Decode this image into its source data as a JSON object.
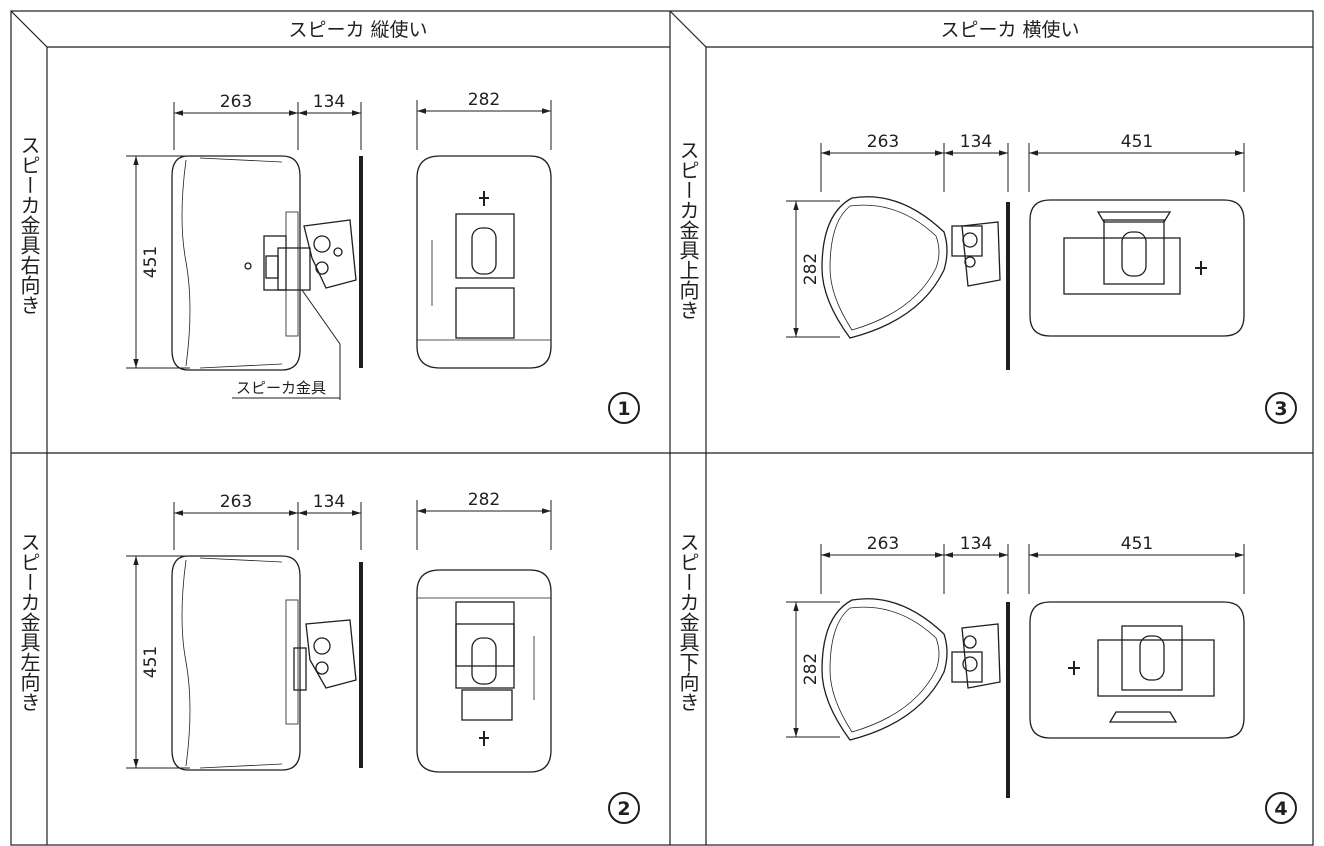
{
  "columns": {
    "vertical_use": "スピーカ 縦使い",
    "horizontal_use": "スピーカ 横使い"
  },
  "row_labels": {
    "bracket_right": "スピーカ金具右向き",
    "bracket_left": "スピーカ金具左向き",
    "bracket_up": "スピーカ金具上向き",
    "bracket_down": "スピーカ金具下向き"
  },
  "callout": "スピーカ金具",
  "dimensions": {
    "depth": "263",
    "bracket_depth": "134",
    "width": "282",
    "height": "451"
  },
  "panel_numbers": [
    "1",
    "2",
    "3",
    "4"
  ]
}
